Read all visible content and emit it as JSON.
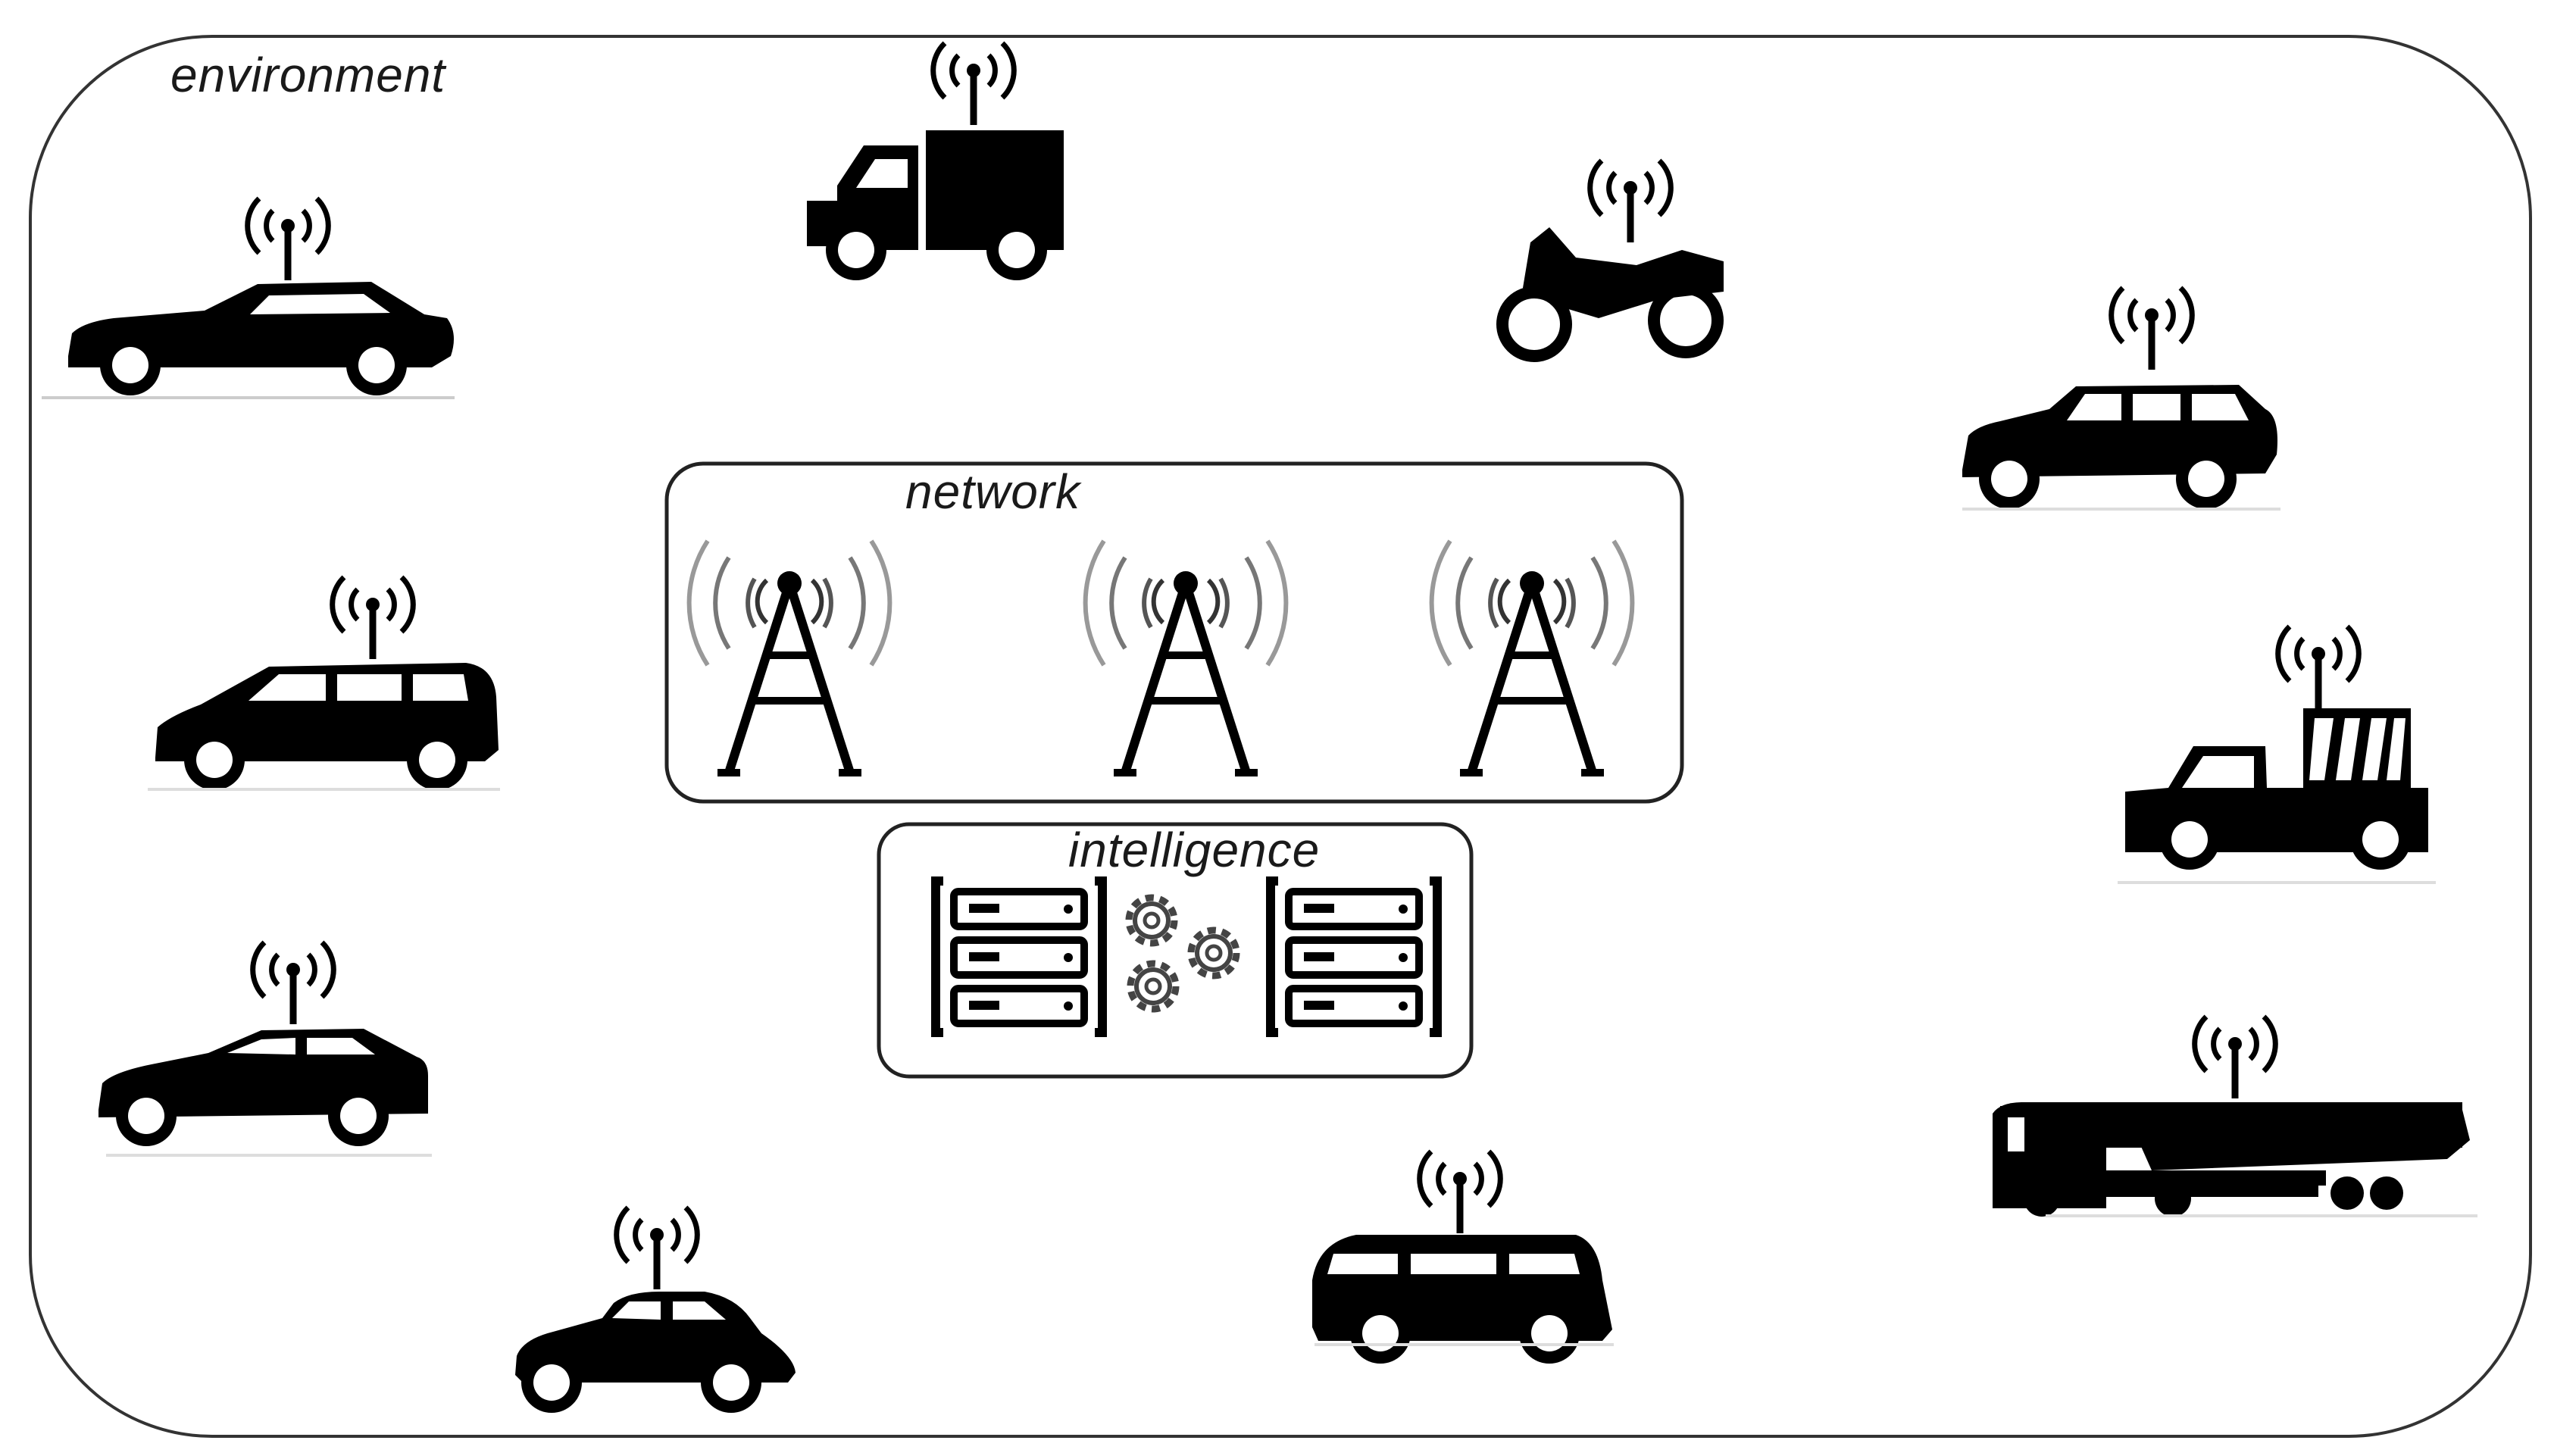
{
  "labels": {
    "environment": "environment",
    "network": "network",
    "intelligence": "intelligence"
  },
  "icons": {
    "vehicles": [
      "sedan-icon",
      "delivery-truck-icon",
      "motorcycle-icon",
      "suv-icon",
      "minivan-icon",
      "pickup-truck-icon",
      "hatchback-icon",
      "semi-truck-icon",
      "beetle-car-icon",
      "van-icon"
    ],
    "network": [
      "cell-tower-icon",
      "cell-tower-icon",
      "cell-tower-icon"
    ],
    "intelligence": [
      "server-rack-icon",
      "gears-icon",
      "server-rack-icon"
    ],
    "antenna": "wireless-antenna-icon"
  }
}
